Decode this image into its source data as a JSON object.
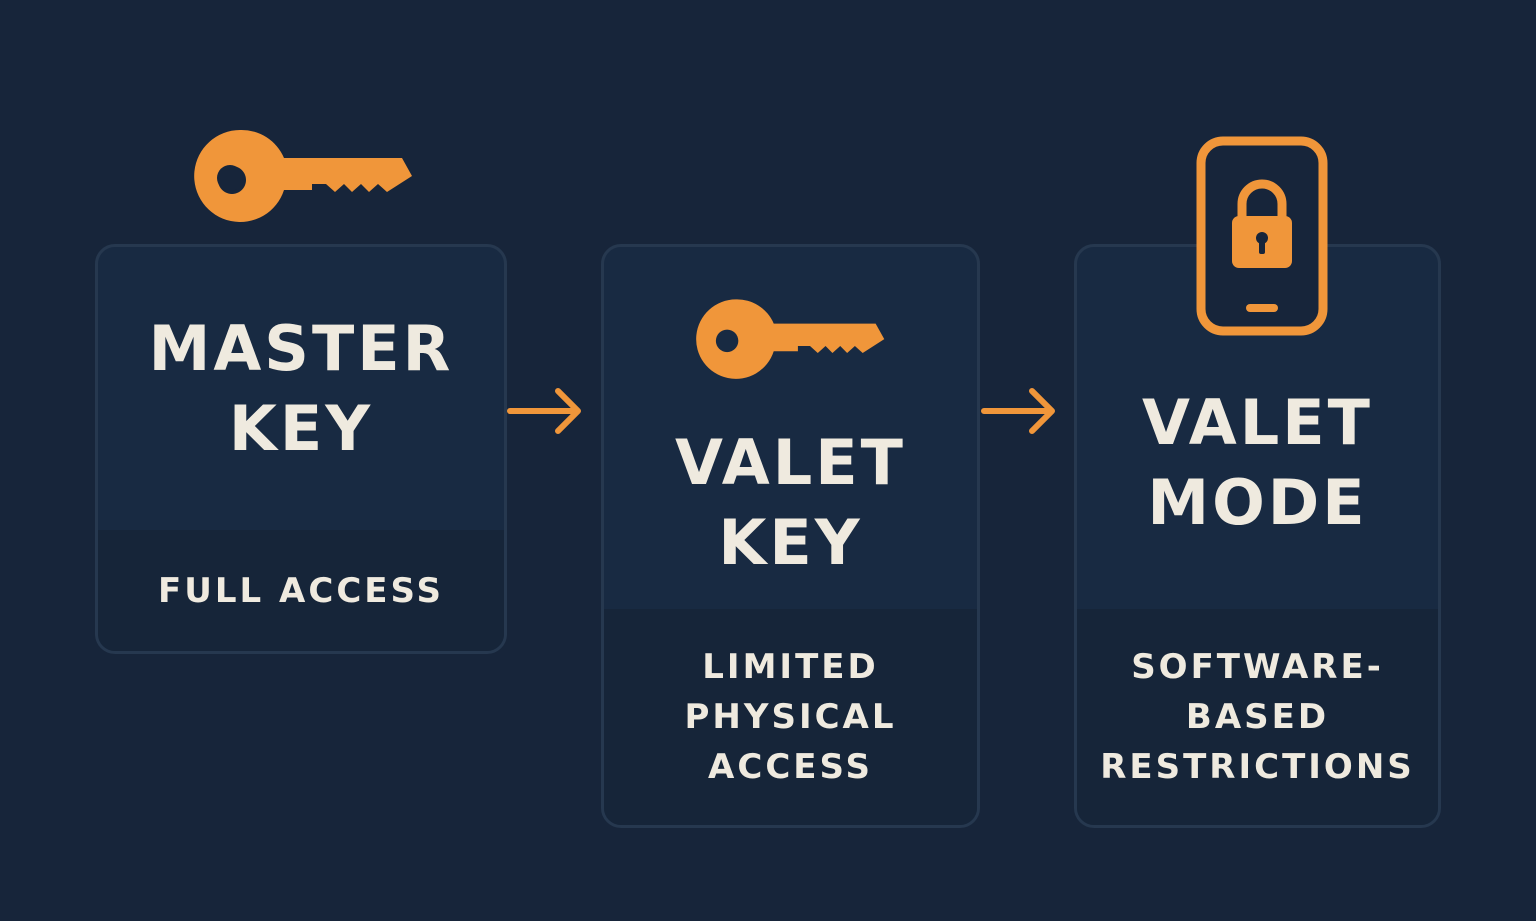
{
  "colors": {
    "background": "#17253a",
    "card": "#182a42",
    "card_border": "#26384f",
    "accent": "#f0963a",
    "text": "#efeadf"
  },
  "cards": [
    {
      "icon": "key-icon",
      "title_lines": [
        "MASTER",
        "KEY"
      ],
      "subtitle_lines": [
        "FULL ACCESS"
      ]
    },
    {
      "icon": "key-icon",
      "title_lines": [
        "VALET",
        "KEY"
      ],
      "subtitle_lines": [
        "LIMITED",
        "PHYSICAL",
        "ACCESS"
      ]
    },
    {
      "icon": "phone-lock-icon",
      "title_lines": [
        "VALET",
        "MODE"
      ],
      "subtitle_lines": [
        "SOFTWARE-",
        "BASED",
        "RESTRICTIONS"
      ]
    }
  ],
  "arrows": [
    "arrow-right-icon",
    "arrow-right-icon"
  ]
}
